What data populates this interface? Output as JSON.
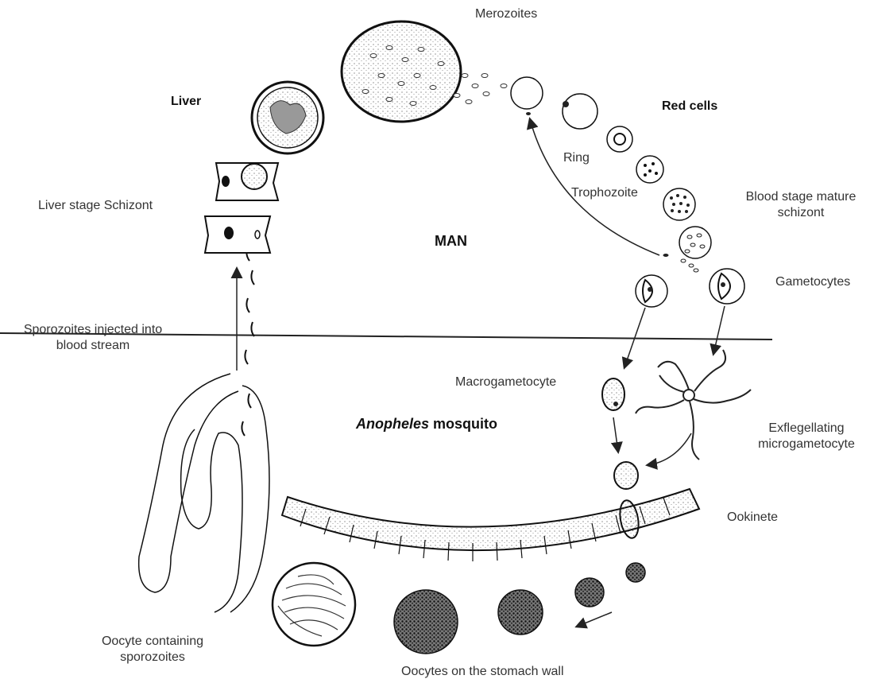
{
  "labels": {
    "merozoites": "Merozoites",
    "liver": "Liver",
    "red_cells": "Red cells",
    "ring": "Ring",
    "trophozoite": "Trophozoite",
    "blood_schizont_1": "Blood stage mature",
    "blood_schizont_2": "schizont",
    "liver_schizont": "Liver stage Schizont",
    "man": "MAN",
    "gametocytes": "Gametocytes",
    "sporozoites_1": "Sporozoites injected into",
    "sporozoites_2": "blood stream",
    "macrogametocyte": "Macrogametocyte",
    "anopheles_genus": "Anopheles",
    "anopheles_rest": " mosquito",
    "exflagellating_1": "Exflegellating",
    "exflagellating_2": "microgametocyte",
    "ookinete": "Ookinete",
    "oocyte_sporozoites_1": "Oocyte containing",
    "oocyte_sporozoites_2": "sporozoites",
    "oocytes_stomach": "Oocytes on the stomach wall"
  }
}
